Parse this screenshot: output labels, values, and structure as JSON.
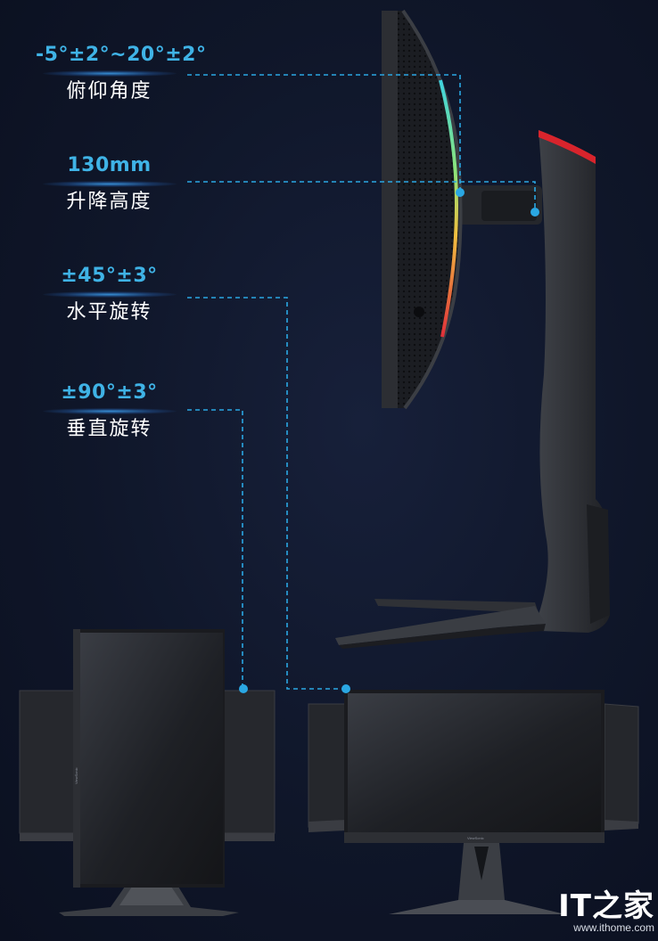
{
  "specs": [
    {
      "value": "-5°±2°~20°±2°",
      "label": "俯仰角度"
    },
    {
      "value": "130mm",
      "label": "升降高度"
    },
    {
      "value": "±45°±3°",
      "label": "水平旋转"
    },
    {
      "value": "±90°±3°",
      "label": "垂直旋转"
    }
  ],
  "watermark": {
    "logo": "IT之家",
    "url": "www.ithome.com"
  },
  "colors": {
    "background": "#0f1629",
    "accent": "#3fb3e6",
    "stand_accent": "#d8242c"
  }
}
